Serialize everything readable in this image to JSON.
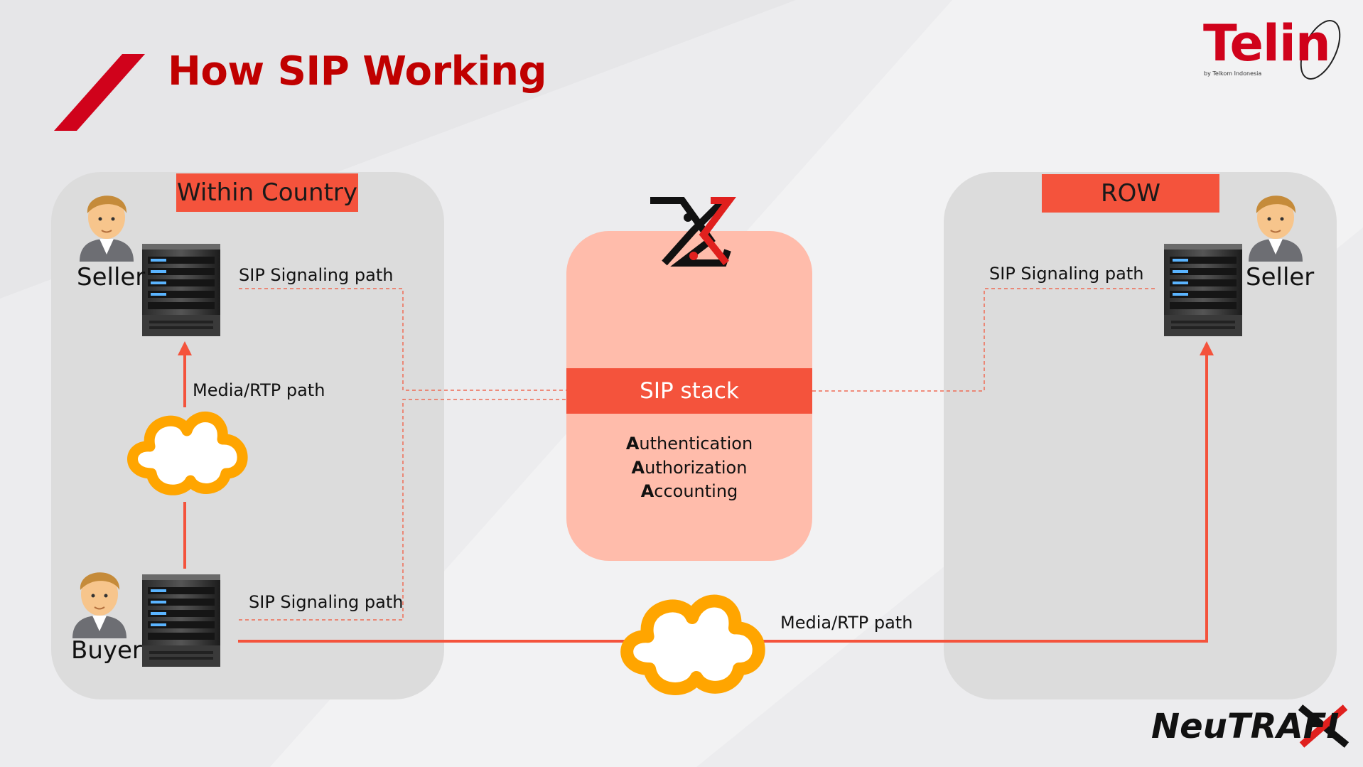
{
  "title": "How SIP Working",
  "regions": {
    "left": "Within Country",
    "right": "ROW"
  },
  "labels": {
    "seller_left": "Seller",
    "seller_right": "Seller",
    "buyer": "Buyer",
    "sip_top_left": "SIP Signaling path",
    "sip_bottom_left": "SIP Signaling path",
    "sip_right": "SIP Signaling path",
    "media_left": "Media/RTP path",
    "media_bottom": "Media/RTP path"
  },
  "sip_stack": {
    "header": "SIP stack",
    "lines": [
      {
        "initial": "A",
        "rest": "uthentication"
      },
      {
        "initial": "A",
        "rest": "uthorization"
      },
      {
        "initial": "A",
        "rest": "ccounting"
      }
    ]
  },
  "brand": {
    "telin": "Telin",
    "telin_sub": "by Telkom Indonesia",
    "neutrafix_a": "NeuTRAFI",
    "neutrafix_b": "X"
  },
  "colors": {
    "accent_red": "#f4533c",
    "title_red": "#c00000",
    "cloud_orange": "#ffa500",
    "stack_fill": "#ffbcab",
    "region_fill": "#dcdcdc"
  },
  "icons": [
    "person-icon",
    "server-icon",
    "cloud-icon",
    "x-logo-icon"
  ]
}
